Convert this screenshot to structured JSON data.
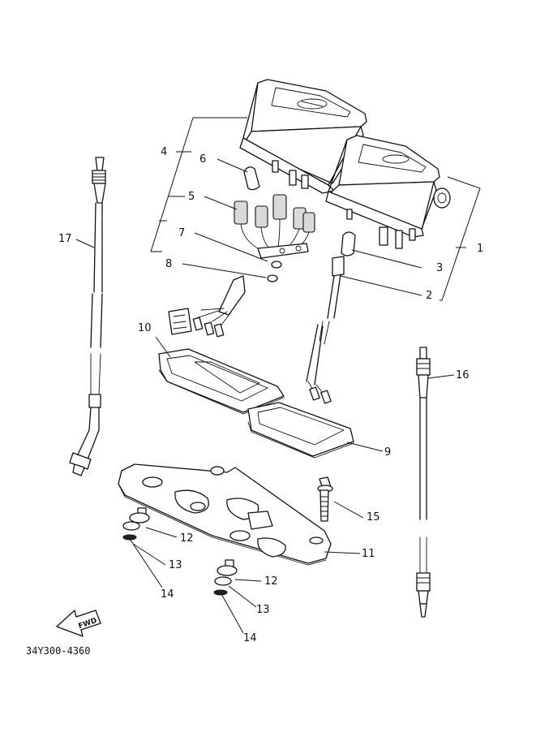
{
  "diagram": {
    "part_code": "34Y300-4360",
    "fwd_label": "FWD",
    "callouts": [
      {
        "id": "c1",
        "text": "1"
      },
      {
        "id": "c2",
        "text": "2"
      },
      {
        "id": "c3",
        "text": "3"
      },
      {
        "id": "c4",
        "text": "4"
      },
      {
        "id": "c5",
        "text": "5"
      },
      {
        "id": "c6",
        "text": "6"
      },
      {
        "id": "c7",
        "text": "7"
      },
      {
        "id": "c8",
        "text": "8"
      },
      {
        "id": "c9",
        "text": "9"
      },
      {
        "id": "c10",
        "text": "10"
      },
      {
        "id": "c11",
        "text": "11"
      },
      {
        "id": "c12a",
        "text": "12"
      },
      {
        "id": "c12b",
        "text": "12"
      },
      {
        "id": "c13a",
        "text": "13"
      },
      {
        "id": "c13b",
        "text": "13"
      },
      {
        "id": "c14a",
        "text": "14"
      },
      {
        "id": "c14b",
        "text": "14"
      },
      {
        "id": "c15",
        "text": "15"
      },
      {
        "id": "c16",
        "text": "16"
      },
      {
        "id": "c17",
        "text": "17"
      }
    ]
  }
}
